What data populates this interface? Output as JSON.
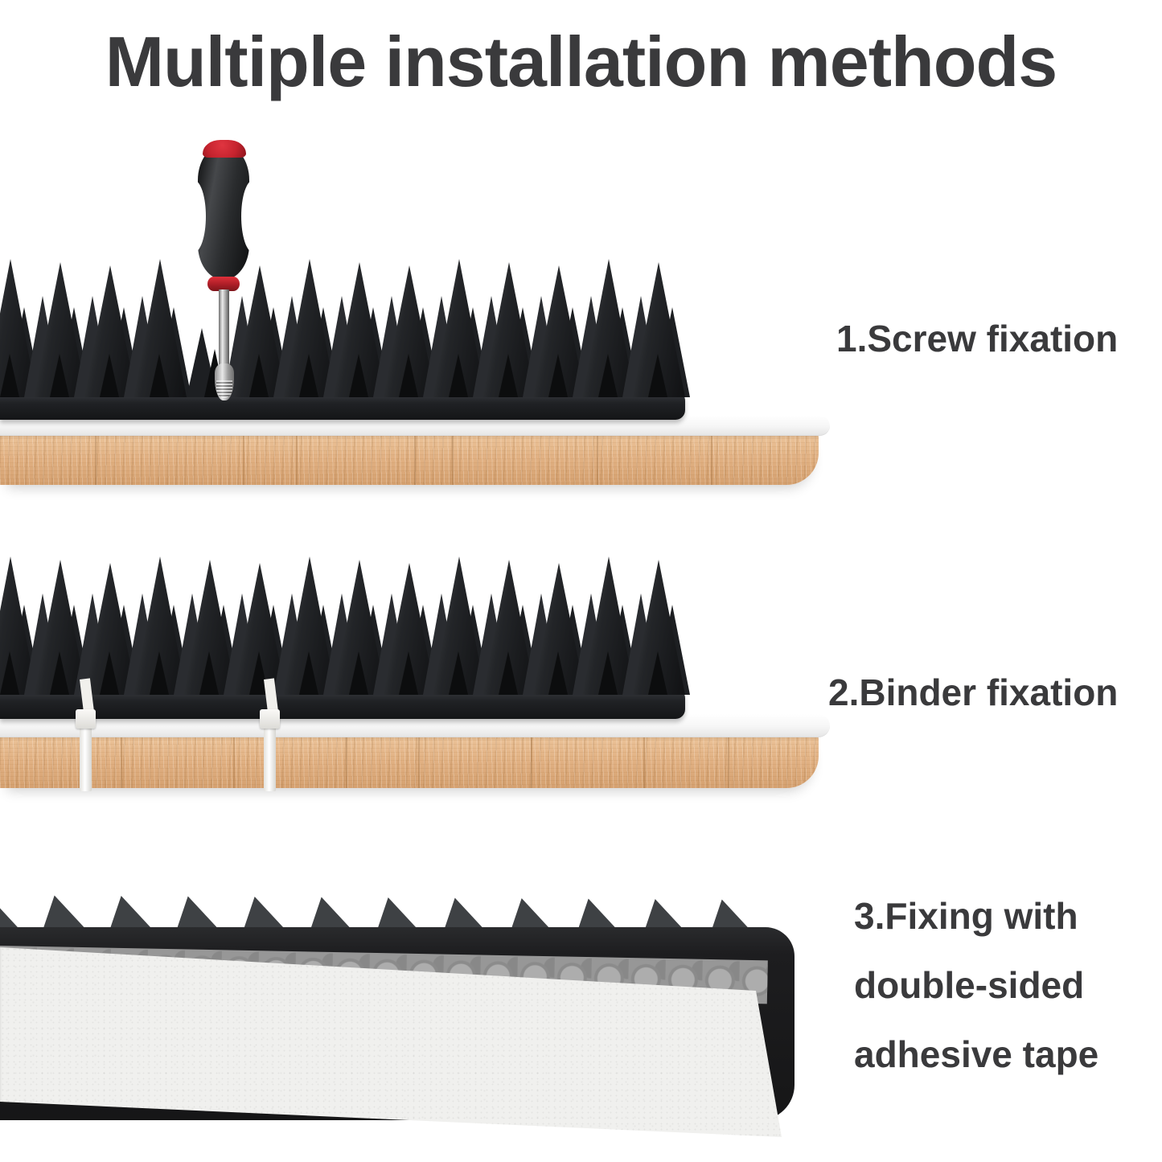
{
  "title": "Multiple installation methods",
  "methods": [
    {
      "label": "1.Screw fixation"
    },
    {
      "label": "2.Binder fixation"
    },
    {
      "label_lines": [
        "3.Fixing with",
        "double-sided",
        "adhesive tape"
      ]
    }
  ],
  "colors": {
    "text": "#3a3a3c",
    "spike_black": "#1c1e20",
    "wood_tan": "#e2b284",
    "screwdriver_red": "#c5232e",
    "board_white": "#f4f4f4",
    "cable_tie_white": "#f3f2ee",
    "adhesive_gray": "#979797",
    "liner_white": "#f0f0ee"
  }
}
